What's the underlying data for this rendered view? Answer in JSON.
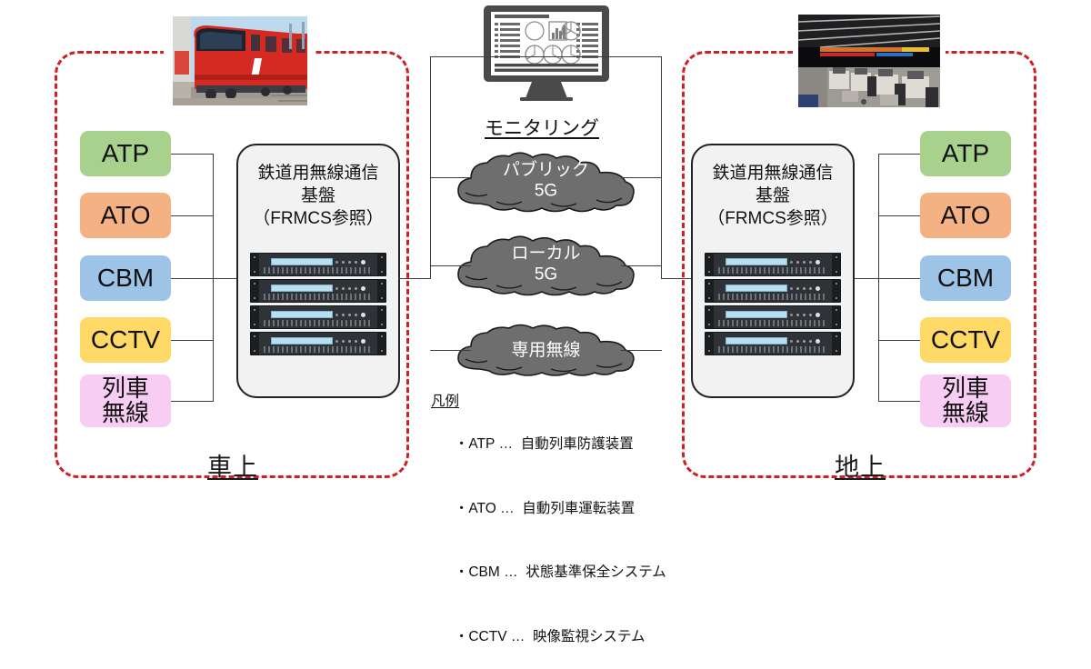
{
  "diagram": {
    "zones": [
      {
        "name": "onboard",
        "label": "車上"
      },
      {
        "name": "ground",
        "label": "地上"
      }
    ],
    "systems": [
      {
        "id": "atp",
        "label": "ATP",
        "color": "#a9d18e"
      },
      {
        "id": "ato",
        "label": "ATO",
        "color": "#f4b183"
      },
      {
        "id": "cbm",
        "label": "CBM",
        "color": "#9dc3e6"
      },
      {
        "id": "cctv",
        "label": "CCTV",
        "color": "#ffd966"
      },
      {
        "id": "radio",
        "label": "列車\n無線",
        "color": "#f7cdf3"
      }
    ],
    "platform": {
      "title": "鉄道用無線通信\n基盤\n（FRMCS参照）",
      "server_count": 4
    },
    "monitoring": {
      "label": "モニタリング",
      "icon": "monitor-dashboard-icon"
    },
    "networks": [
      {
        "id": "public-5g",
        "label": "パブリック\n5G"
      },
      {
        "id": "local-5g",
        "label": "ローカル\n5G"
      },
      {
        "id": "private-radio",
        "label": "専用無線"
      }
    ],
    "legend": {
      "title": "凡例",
      "rows": [
        {
          "abbr": "・ATP",
          "dots": "…",
          "desc": "自動列車防護装置"
        },
        {
          "abbr": "・ATO",
          "dots": "…",
          "desc": "自動列車運転装置"
        },
        {
          "abbr": "・CBM",
          "dots": "…",
          "desc": "状態基準保全システム"
        },
        {
          "abbr": "・CCTV",
          "dots": "…",
          "desc": "映像監視システム"
        }
      ]
    },
    "photos": [
      {
        "id": "train-photo",
        "alt": "red-commuter-train-photo"
      },
      {
        "id": "control-room-photo",
        "alt": "railway-control-room-photo"
      }
    ],
    "colors": {
      "zone_border": "#cf2027",
      "cloud_fill": "#6e6e6e",
      "line": "#3c3c3c",
      "rack_bg": "#f2f2f2"
    }
  }
}
